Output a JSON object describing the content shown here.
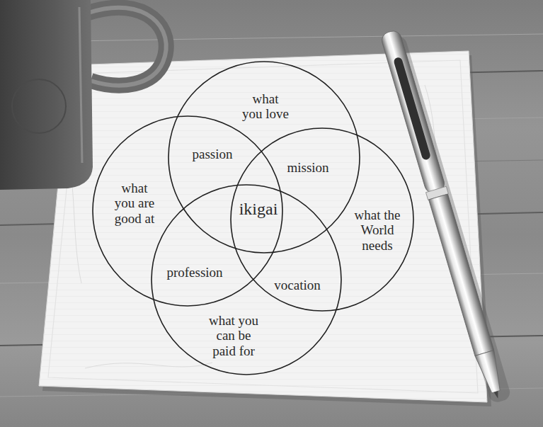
{
  "diagram": {
    "nodes": [
      {
        "text": [
          "what you love"
        ]
      },
      {
        "text": [
          "what you are good at"
        ]
      },
      {
        "text": [
          "what the World needs"
        ]
      },
      {
        "text": [
          "what you can be paid for"
        ]
      }
    ],
    "labels": [
      "passion",
      "mission",
      "ikigai",
      "profession",
      "vocation"
    ]
  }
}
